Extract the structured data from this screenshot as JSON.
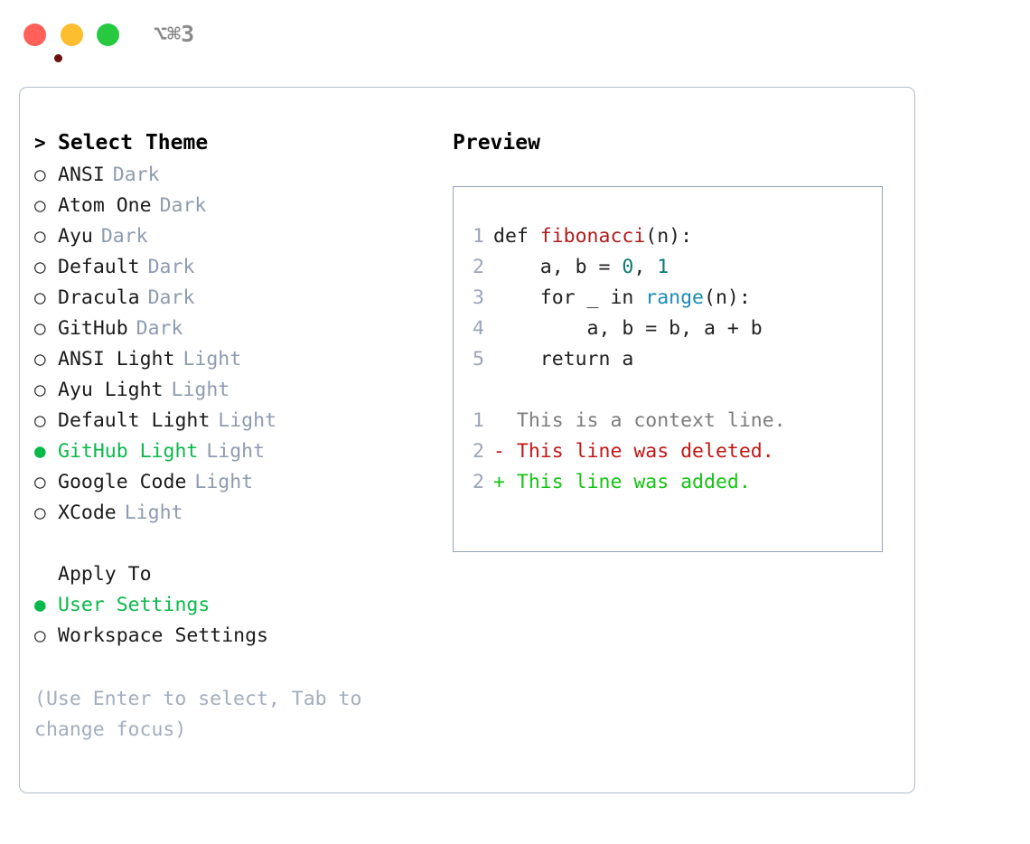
{
  "titlebar": {
    "shortcut": "⌥⌘3",
    "lights": [
      {
        "name": "close",
        "color": "#ff6159"
      },
      {
        "name": "minimize",
        "color": "#fcbd2e"
      },
      {
        "name": "maximize",
        "color": "#26c940"
      }
    ]
  },
  "theme_picker": {
    "heading": "Select Theme",
    "prompt": ">",
    "bullet_selected": "●",
    "bullet_unselected": "○",
    "items": [
      {
        "label": "ANSI",
        "suffix": "Dark",
        "selected": false
      },
      {
        "label": "Atom One",
        "suffix": "Dark",
        "selected": false
      },
      {
        "label": "Ayu",
        "suffix": "Dark",
        "selected": false
      },
      {
        "label": "Default",
        "suffix": "Dark",
        "selected": false
      },
      {
        "label": "Dracula",
        "suffix": "Dark",
        "selected": false
      },
      {
        "label": "GitHub",
        "suffix": "Dark",
        "selected": false
      },
      {
        "label": "ANSI Light",
        "suffix": "Light",
        "selected": false
      },
      {
        "label": "Ayu Light",
        "suffix": "Light",
        "selected": false
      },
      {
        "label": "Default Light",
        "suffix": "Light",
        "selected": false
      },
      {
        "label": "GitHub Light",
        "suffix": "Light",
        "selected": true
      },
      {
        "label": "Google Code",
        "suffix": "Light",
        "selected": false
      },
      {
        "label": "XCode",
        "suffix": "Light",
        "selected": false
      }
    ]
  },
  "apply_to": {
    "heading": "Apply To",
    "items": [
      {
        "label": "User Settings",
        "selected": true
      },
      {
        "label": "Workspace Settings",
        "selected": false
      }
    ]
  },
  "hint": "(Use Enter to select, Tab to change focus)",
  "preview": {
    "title": "Preview",
    "code_lines": [
      {
        "no": "1",
        "tokens": [
          {
            "t": "def ",
            "c": "plain"
          },
          {
            "t": "fibonacci",
            "c": "fn"
          },
          {
            "t": "(n):",
            "c": "plain"
          }
        ]
      },
      {
        "no": "2",
        "tokens": [
          {
            "t": "    a, b = ",
            "c": "plain"
          },
          {
            "t": "0",
            "c": "num"
          },
          {
            "t": ", ",
            "c": "plain"
          },
          {
            "t": "1",
            "c": "num"
          }
        ]
      },
      {
        "no": "3",
        "tokens": [
          {
            "t": "    for _ in ",
            "c": "plain"
          },
          {
            "t": "range",
            "c": "blue"
          },
          {
            "t": "(n):",
            "c": "plain"
          }
        ]
      },
      {
        "no": "4",
        "tokens": [
          {
            "t": "        a, b = b, a + b",
            "c": "plain"
          }
        ]
      },
      {
        "no": "5",
        "tokens": [
          {
            "t": "    return a",
            "c": "plain"
          }
        ]
      }
    ],
    "diff_lines": [
      {
        "no": "1",
        "marker": "  ",
        "text": "This is a context line.",
        "kind": "context"
      },
      {
        "no": "2",
        "marker": "- ",
        "text": "This line was deleted.",
        "kind": "deleted"
      },
      {
        "no": "2",
        "marker": "+ ",
        "text": "This line was added.",
        "kind": "added"
      }
    ]
  },
  "colors": {
    "selected_green": "#0ab84b",
    "suffix_gray": "#8e9bb0",
    "hint_gray": "#a3adbd",
    "border_gray": "#94a3b8",
    "window_border": "#b3bdca",
    "gutter_gray": "#9aa5b8",
    "syntax_function": "#b01b1b",
    "syntax_number": "#0b7a72",
    "syntax_builtin": "#1b8ab8",
    "diff_deleted": "#c21616",
    "diff_added": "#14c414",
    "diff_context": "#7c7c7c"
  }
}
